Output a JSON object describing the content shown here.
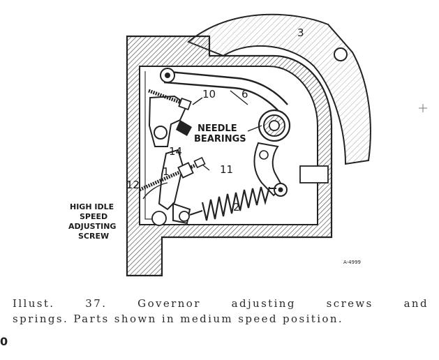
{
  "figure": {
    "part_numbers": {
      "p1": "1",
      "p2": "2",
      "p3": "3",
      "p6": "6",
      "p10": "10",
      "p11": "11",
      "p12": "12",
      "p14": "14"
    },
    "labels": {
      "needle_line1": "NEEDLE",
      "needle_line2": "BEARINGS",
      "idle_line1": "HIGH IDLE",
      "idle_line2": "SPEED",
      "idle_line3": "ADJUSTING",
      "idle_line4": "SCREW"
    },
    "drawing_code": "A-4999"
  },
  "caption": {
    "line1": "Illust. 37. Governor adjusting screws and",
    "line2": "springs. Parts shown in medium speed position."
  },
  "page_number": "0"
}
